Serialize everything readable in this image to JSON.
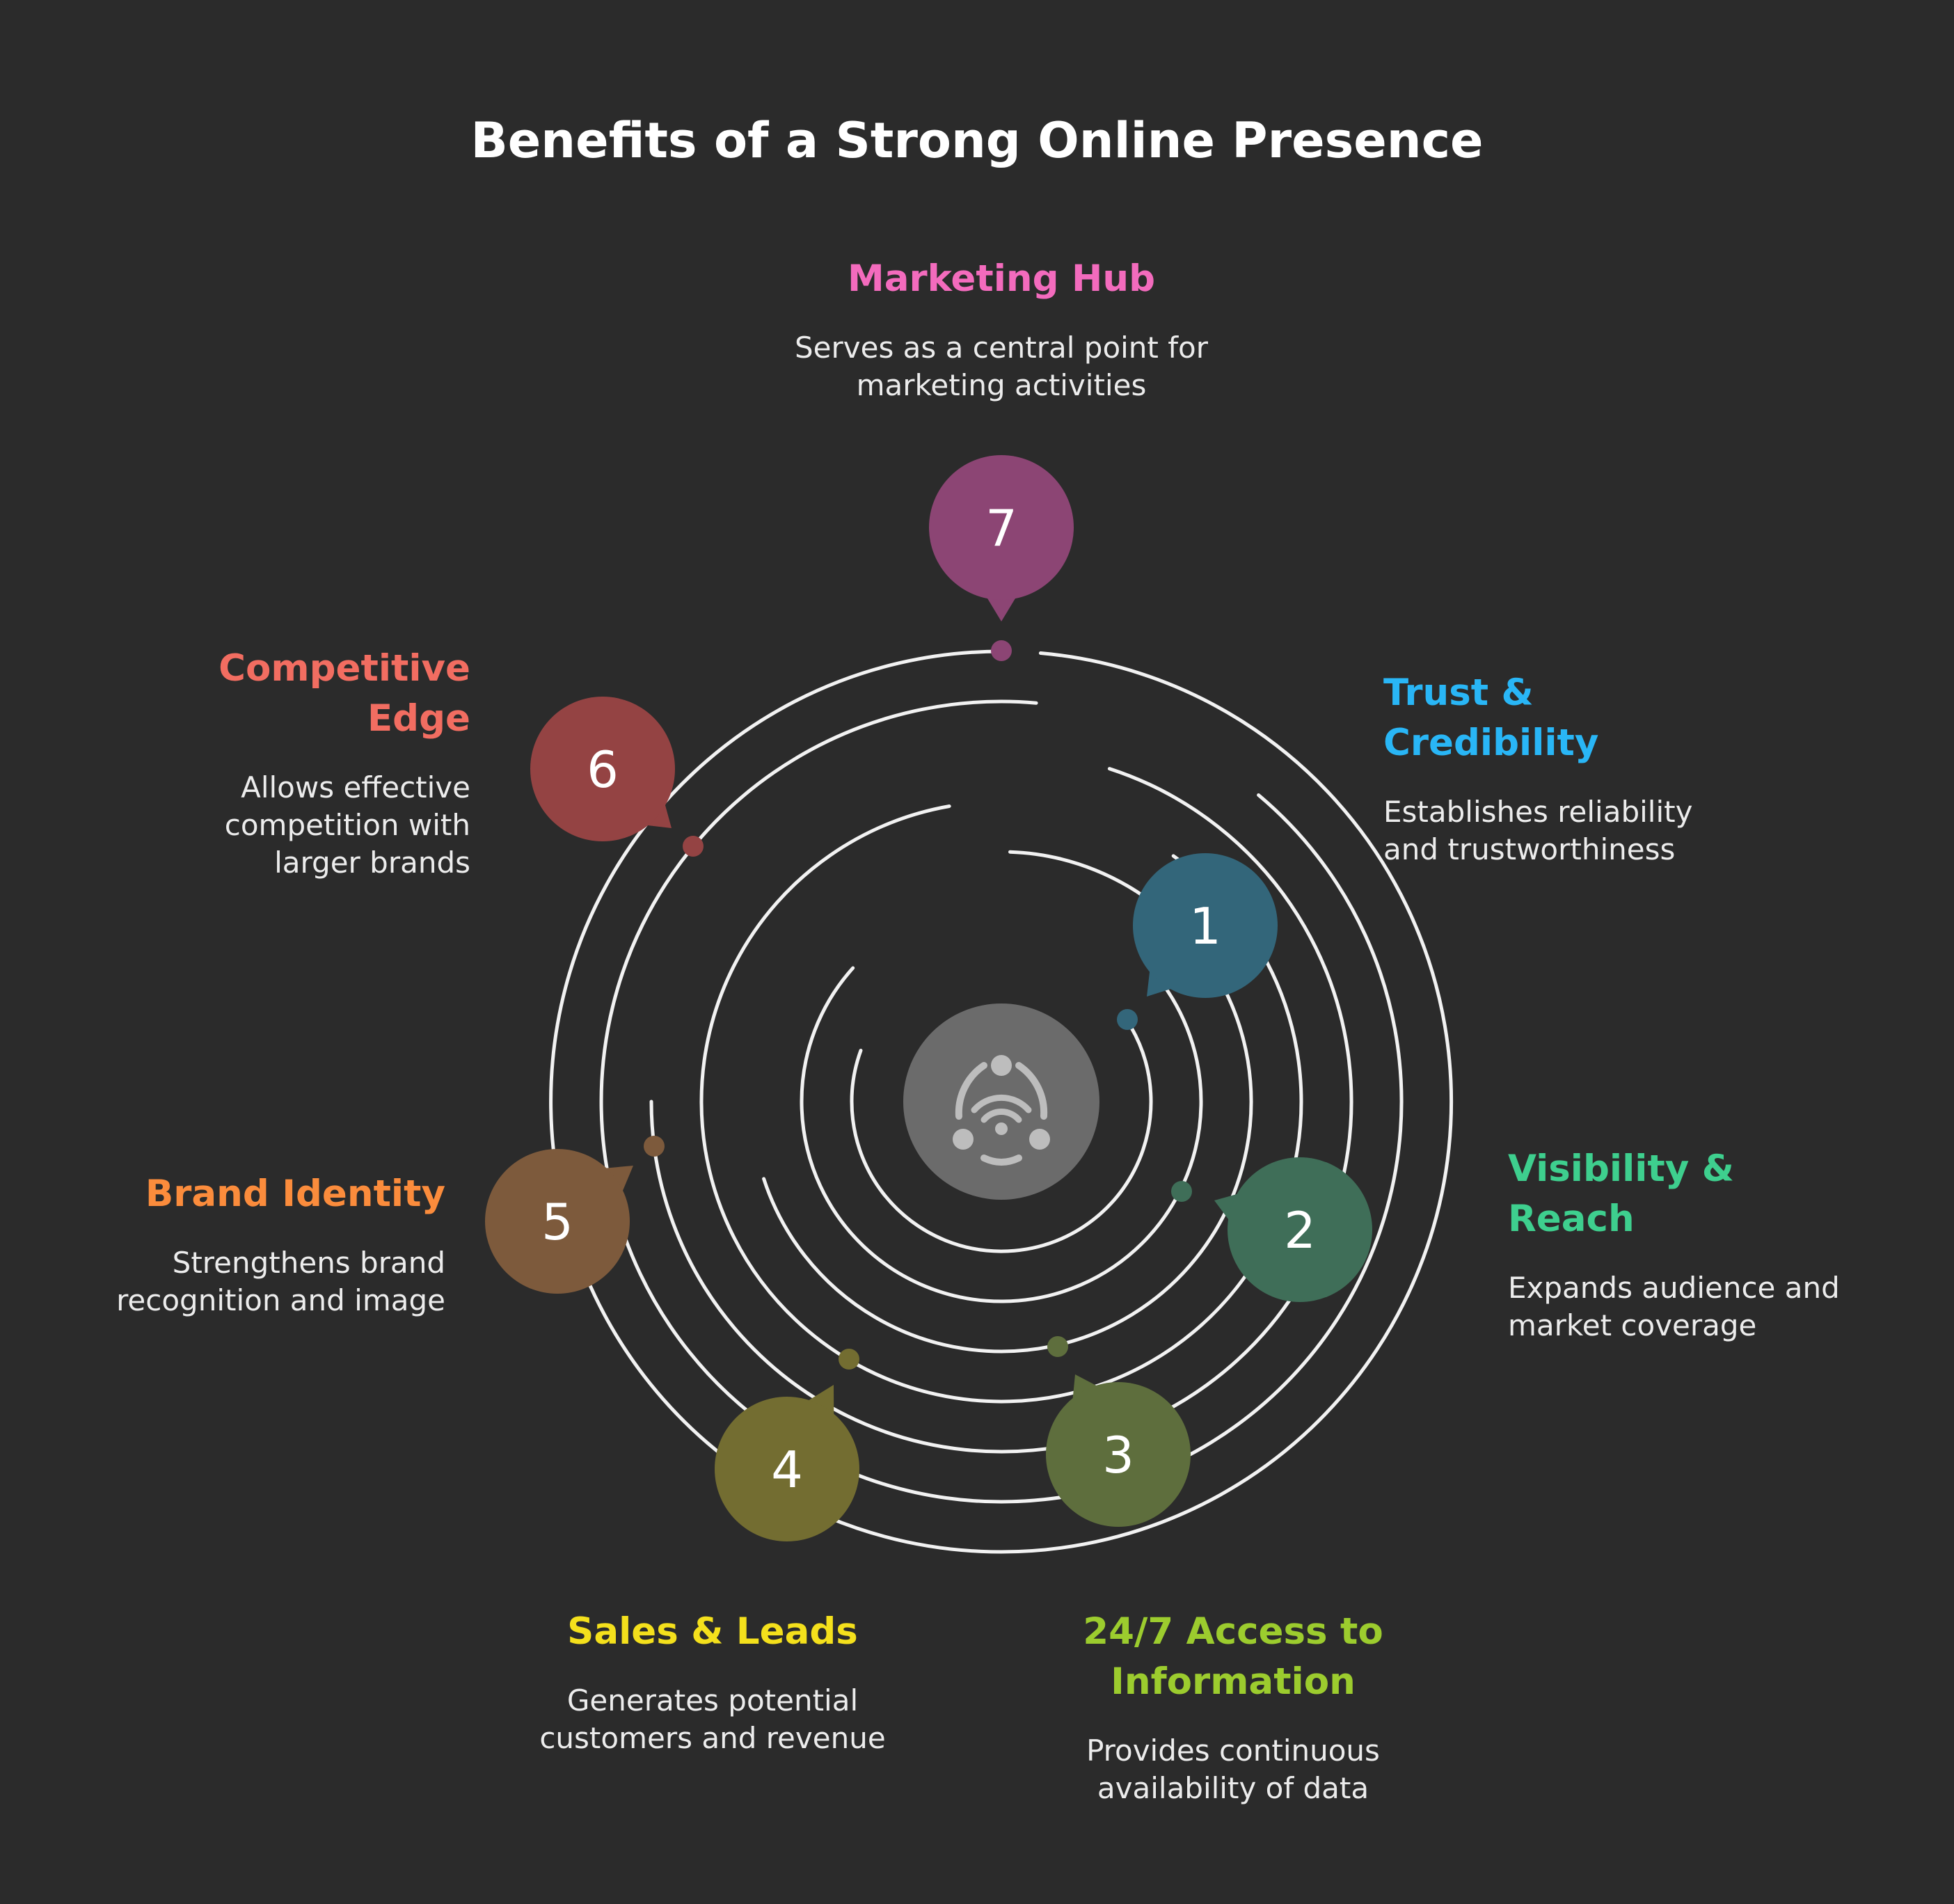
{
  "title": "Benefits of a Strong Online Presence",
  "center_icon": "network-hub-icon",
  "items": [
    {
      "number": "1",
      "heading_lines": [
        "Trust &",
        "Credibility"
      ],
      "description_lines": [
        "Establishes reliability",
        "and trustworthiness"
      ],
      "bubble_color": "#33667a",
      "heading_color": "#29b6f6"
    },
    {
      "number": "2",
      "heading_lines": [
        "Visibility &",
        "Reach"
      ],
      "description_lines": [
        "Expands audience and",
        "market coverage"
      ],
      "bubble_color": "#3f6e58",
      "heading_color": "#3ecf8e"
    },
    {
      "number": "3",
      "heading_lines": [
        "24/7 Access to",
        "Information"
      ],
      "description_lines": [
        "Provides continuous",
        "availability of data"
      ],
      "bubble_color": "#5e6e3d",
      "heading_color": "#9ccc2e"
    },
    {
      "number": "4",
      "heading_lines": [
        "Sales & Leads"
      ],
      "description_lines": [
        "Generates potential",
        "customers and revenue"
      ],
      "bubble_color": "#736d31",
      "heading_color": "#f4e01c"
    },
    {
      "number": "5",
      "heading_lines": [
        "Brand Identity"
      ],
      "description_lines": [
        "Strengthens brand",
        "recognition and image"
      ],
      "bubble_color": "#7d5a3c",
      "heading_color": "#fb8c3c"
    },
    {
      "number": "6",
      "heading_lines": [
        "Competitive",
        "Edge"
      ],
      "description_lines": [
        "Allows effective",
        "competition with",
        "larger brands"
      ],
      "bubble_color": "#944343",
      "heading_color": "#f26d61"
    },
    {
      "number": "7",
      "heading_lines": [
        "Marketing Hub"
      ],
      "description_lines": [
        "Serves as a central point for",
        "marketing activities"
      ],
      "bubble_color": "#8c4574",
      "heading_color": "#f36bbd"
    }
  ]
}
